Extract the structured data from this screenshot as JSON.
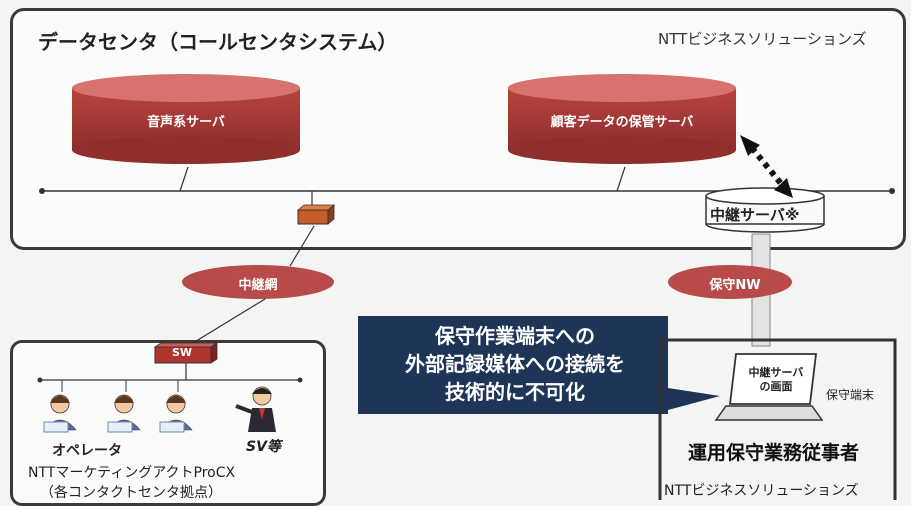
{
  "datacenter": {
    "title": "データセンタ（コールセンタシステム）",
    "vendor": "NTTビジネスソリューションズ",
    "voice_server": "音声系サーバ",
    "customer_server": "顧客データの保管サーバ",
    "relay_server": "中継サーバ※"
  },
  "network": {
    "relay_net": "中継網",
    "maintenance_nw": "保守NW"
  },
  "callout": {
    "line1": "保守作業端末への",
    "line2": "外部記録媒体への接続を",
    "line3": "技術的に不可化"
  },
  "operator_site": {
    "switch": "SW",
    "operator_label": "オペレータ",
    "sv_label": "SV等",
    "company": "NTTマーケティングアクトProCX",
    "location": "（各コンタクトセンタ拠点）"
  },
  "maintenance": {
    "screen_line1": "中継サーバ",
    "screen_line2": "の画面",
    "terminal_label": "保守端末",
    "worker": "運用保守業務従事者",
    "vendor": "NTTビジネスソリューションズ"
  },
  "colors": {
    "server_red": "#c0504d",
    "callout_navy": "#1f3557",
    "ellipse_red": "#b84a4a"
  }
}
